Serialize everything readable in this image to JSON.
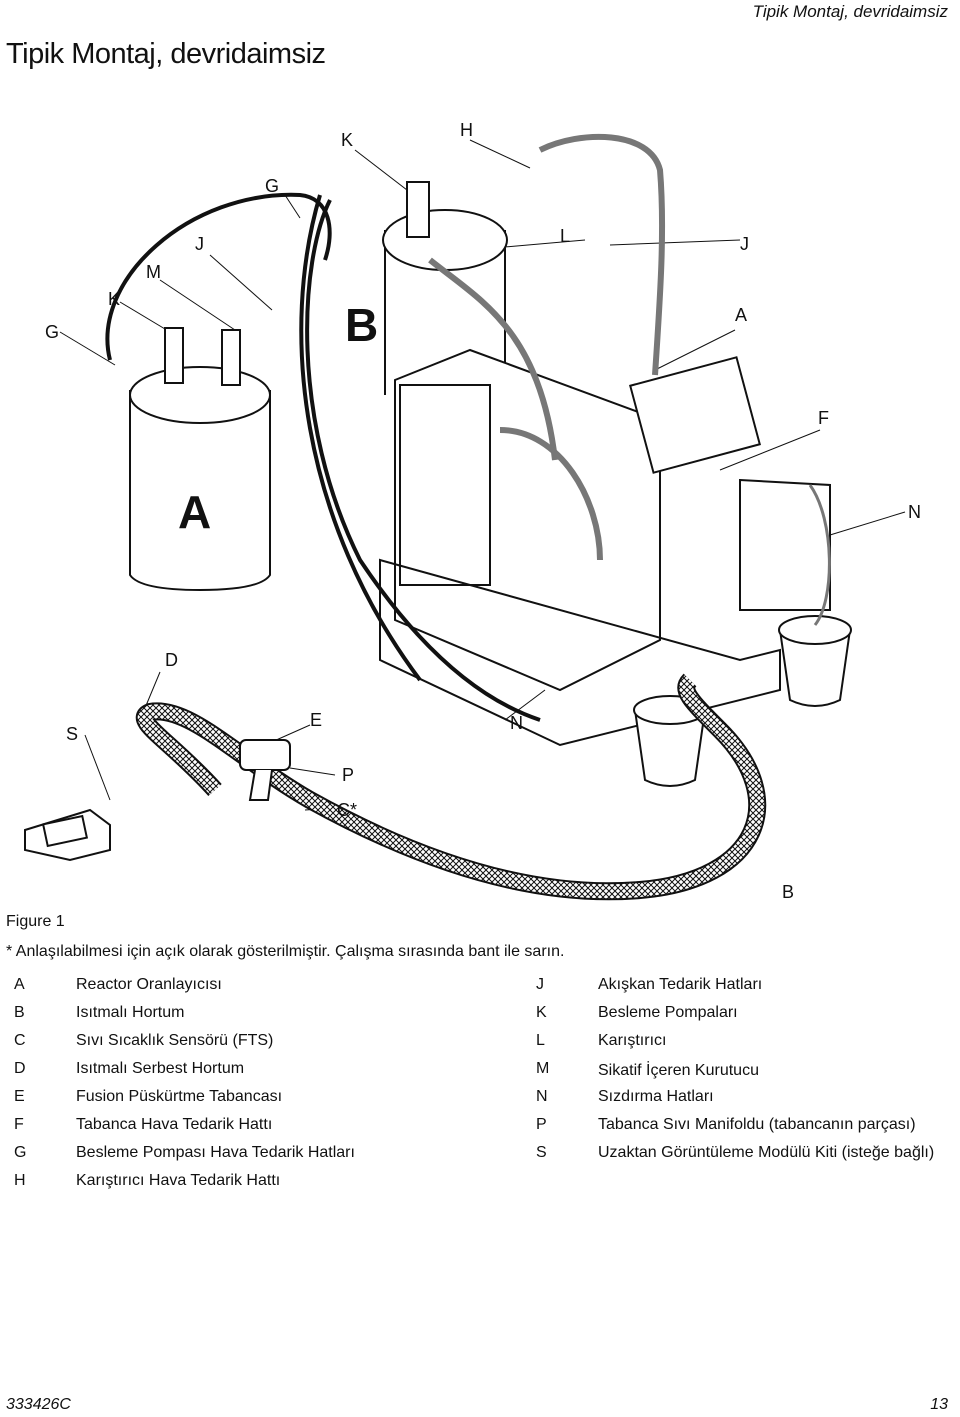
{
  "header": {
    "running_head": "Tipik Montaj, devridaimsiz",
    "title": "Tipik Montaj, devridaimsiz"
  },
  "figure": {
    "callouts": {
      "K1": "K",
      "H": "H",
      "G1": "G",
      "J1": "J",
      "L": "L",
      "J2": "J",
      "M": "M",
      "K2": "K",
      "G2": "G",
      "B1": "B",
      "A1": "A",
      "F": "F",
      "A2": "A",
      "N1": "N",
      "D": "D",
      "S": "S",
      "E": "E",
      "N2": "N",
      "P": "P",
      "C": "C*",
      "B2": "B"
    },
    "caption": "Figure 1",
    "note": "* Anlaşılabilmesi için açık olarak gösterilmiştir. Çalışma sırasında bant ile sarın."
  },
  "legend": {
    "left": [
      {
        "key": "A",
        "desc": "Reactor Oranlayıcısı"
      },
      {
        "key": "B",
        "desc": "Isıtmalı Hortum"
      },
      {
        "key": "C",
        "desc": "Sıvı Sıcaklık Sensörü (FTS)"
      },
      {
        "key": "D",
        "desc": "Isıtmalı Serbest Hortum"
      },
      {
        "key": "E",
        "desc": "Fusion Püskürtme Tabancası"
      },
      {
        "key": "F",
        "desc": "Tabanca Hava Tedarik Hattı"
      },
      {
        "key": "G",
        "desc": "Besleme Pompası Hava Tedarik Hatları"
      },
      {
        "key": "H",
        "desc": "Karıştırıcı Hava Tedarik Hattı"
      }
    ],
    "right": [
      {
        "key": "J",
        "desc": "Akışkan Tedarik Hatları"
      },
      {
        "key": "K",
        "desc": "Besleme Pompaları"
      },
      {
        "key": "L",
        "desc": "Karıştırıcı"
      },
      {
        "key": "M",
        "desc": "Sikatif İçeren Kurutucu"
      },
      {
        "key": "N",
        "desc": "Sızdırma Hatları"
      },
      {
        "key": "P",
        "desc": "Tabanca Sıvı Manifoldu (tabancanın parçası)"
      },
      {
        "key": "S",
        "desc": "Uzaktan Görüntüleme Modülü Kiti (isteğe bağlı)"
      }
    ]
  },
  "footer": {
    "doc_number": "333426C",
    "page_number": "13"
  }
}
